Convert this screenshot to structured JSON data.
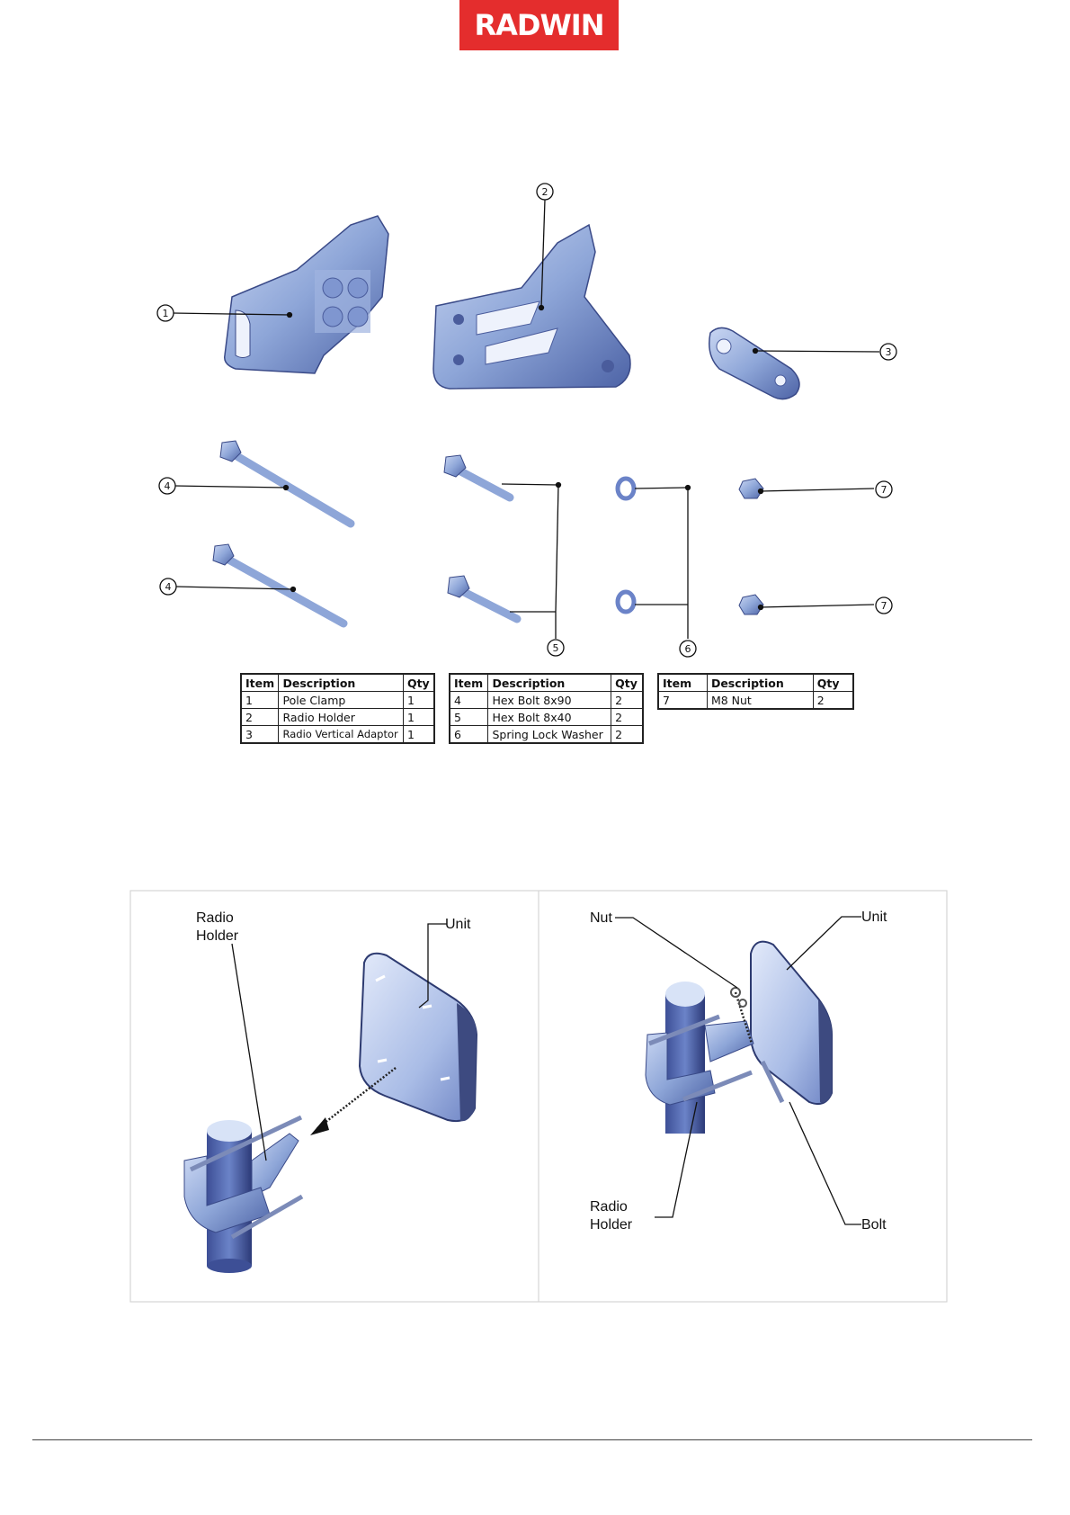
{
  "brand": {
    "logo_text": "RADWIN",
    "color": "#e42d2d"
  },
  "parts_figure": {
    "callouts": [
      "1",
      "2",
      "3",
      "4",
      "4",
      "5",
      "6",
      "7",
      "7"
    ],
    "part_color": "#8ea6d8",
    "tables": [
      {
        "headers": [
          "Item",
          "Description",
          "Qty"
        ],
        "rows": [
          [
            "1",
            "Pole Clamp",
            "1"
          ],
          [
            "2",
            "Radio Holder",
            "1"
          ],
          [
            "3",
            "Radio Vertical Adaptor",
            "1"
          ]
        ]
      },
      {
        "headers": [
          "Item",
          "Description",
          "Qty"
        ],
        "rows": [
          [
            "4",
            "Hex Bolt 8x90",
            "2"
          ],
          [
            "5",
            "Hex Bolt 8x40",
            "2"
          ],
          [
            "6",
            "Spring Lock Washer",
            "2"
          ]
        ]
      },
      {
        "headers": [
          "Item",
          "Description",
          "Qty"
        ],
        "rows": [
          [
            "7",
            "M8 Nut",
            "2"
          ]
        ]
      }
    ]
  },
  "assembly_figure": {
    "left_panel": {
      "radio_holder_line1": "Radio",
      "radio_holder_line2": "Holder",
      "unit": "Unit"
    },
    "right_panel": {
      "nut": "Nut",
      "unit": "Unit",
      "radio_holder_line1": "Radio",
      "radio_holder_line2": "Holder",
      "bolt": "Bolt"
    }
  }
}
